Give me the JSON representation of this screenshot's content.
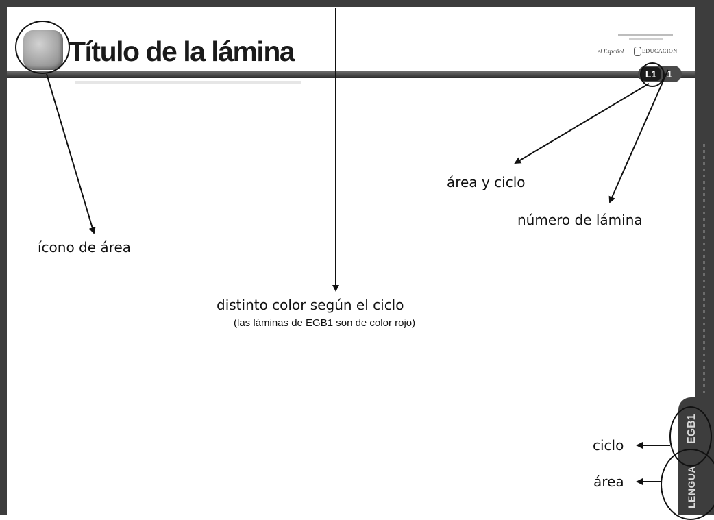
{
  "sheet": {
    "title": "Título de la lámina",
    "area_code": "L1",
    "sheet_number": "1",
    "vertical_area": "LENGUA",
    "vertical_cycle": "EGB1",
    "icon": "area-icon"
  },
  "logos": {
    "left": "el Español",
    "right": "EDUCACION"
  },
  "annotations": {
    "area_icon": "ícono de área",
    "area_cycle": "área y ciclo",
    "sheet_number": "número de lámina",
    "cycle_color": "distinto color según el ciclo",
    "cycle_color_note": "(las láminas de EGB1 son de color rojo)",
    "cycle": "ciclo",
    "area": "área"
  },
  "colors": {
    "frame": "#3d3d3d",
    "ink": "#111111"
  }
}
